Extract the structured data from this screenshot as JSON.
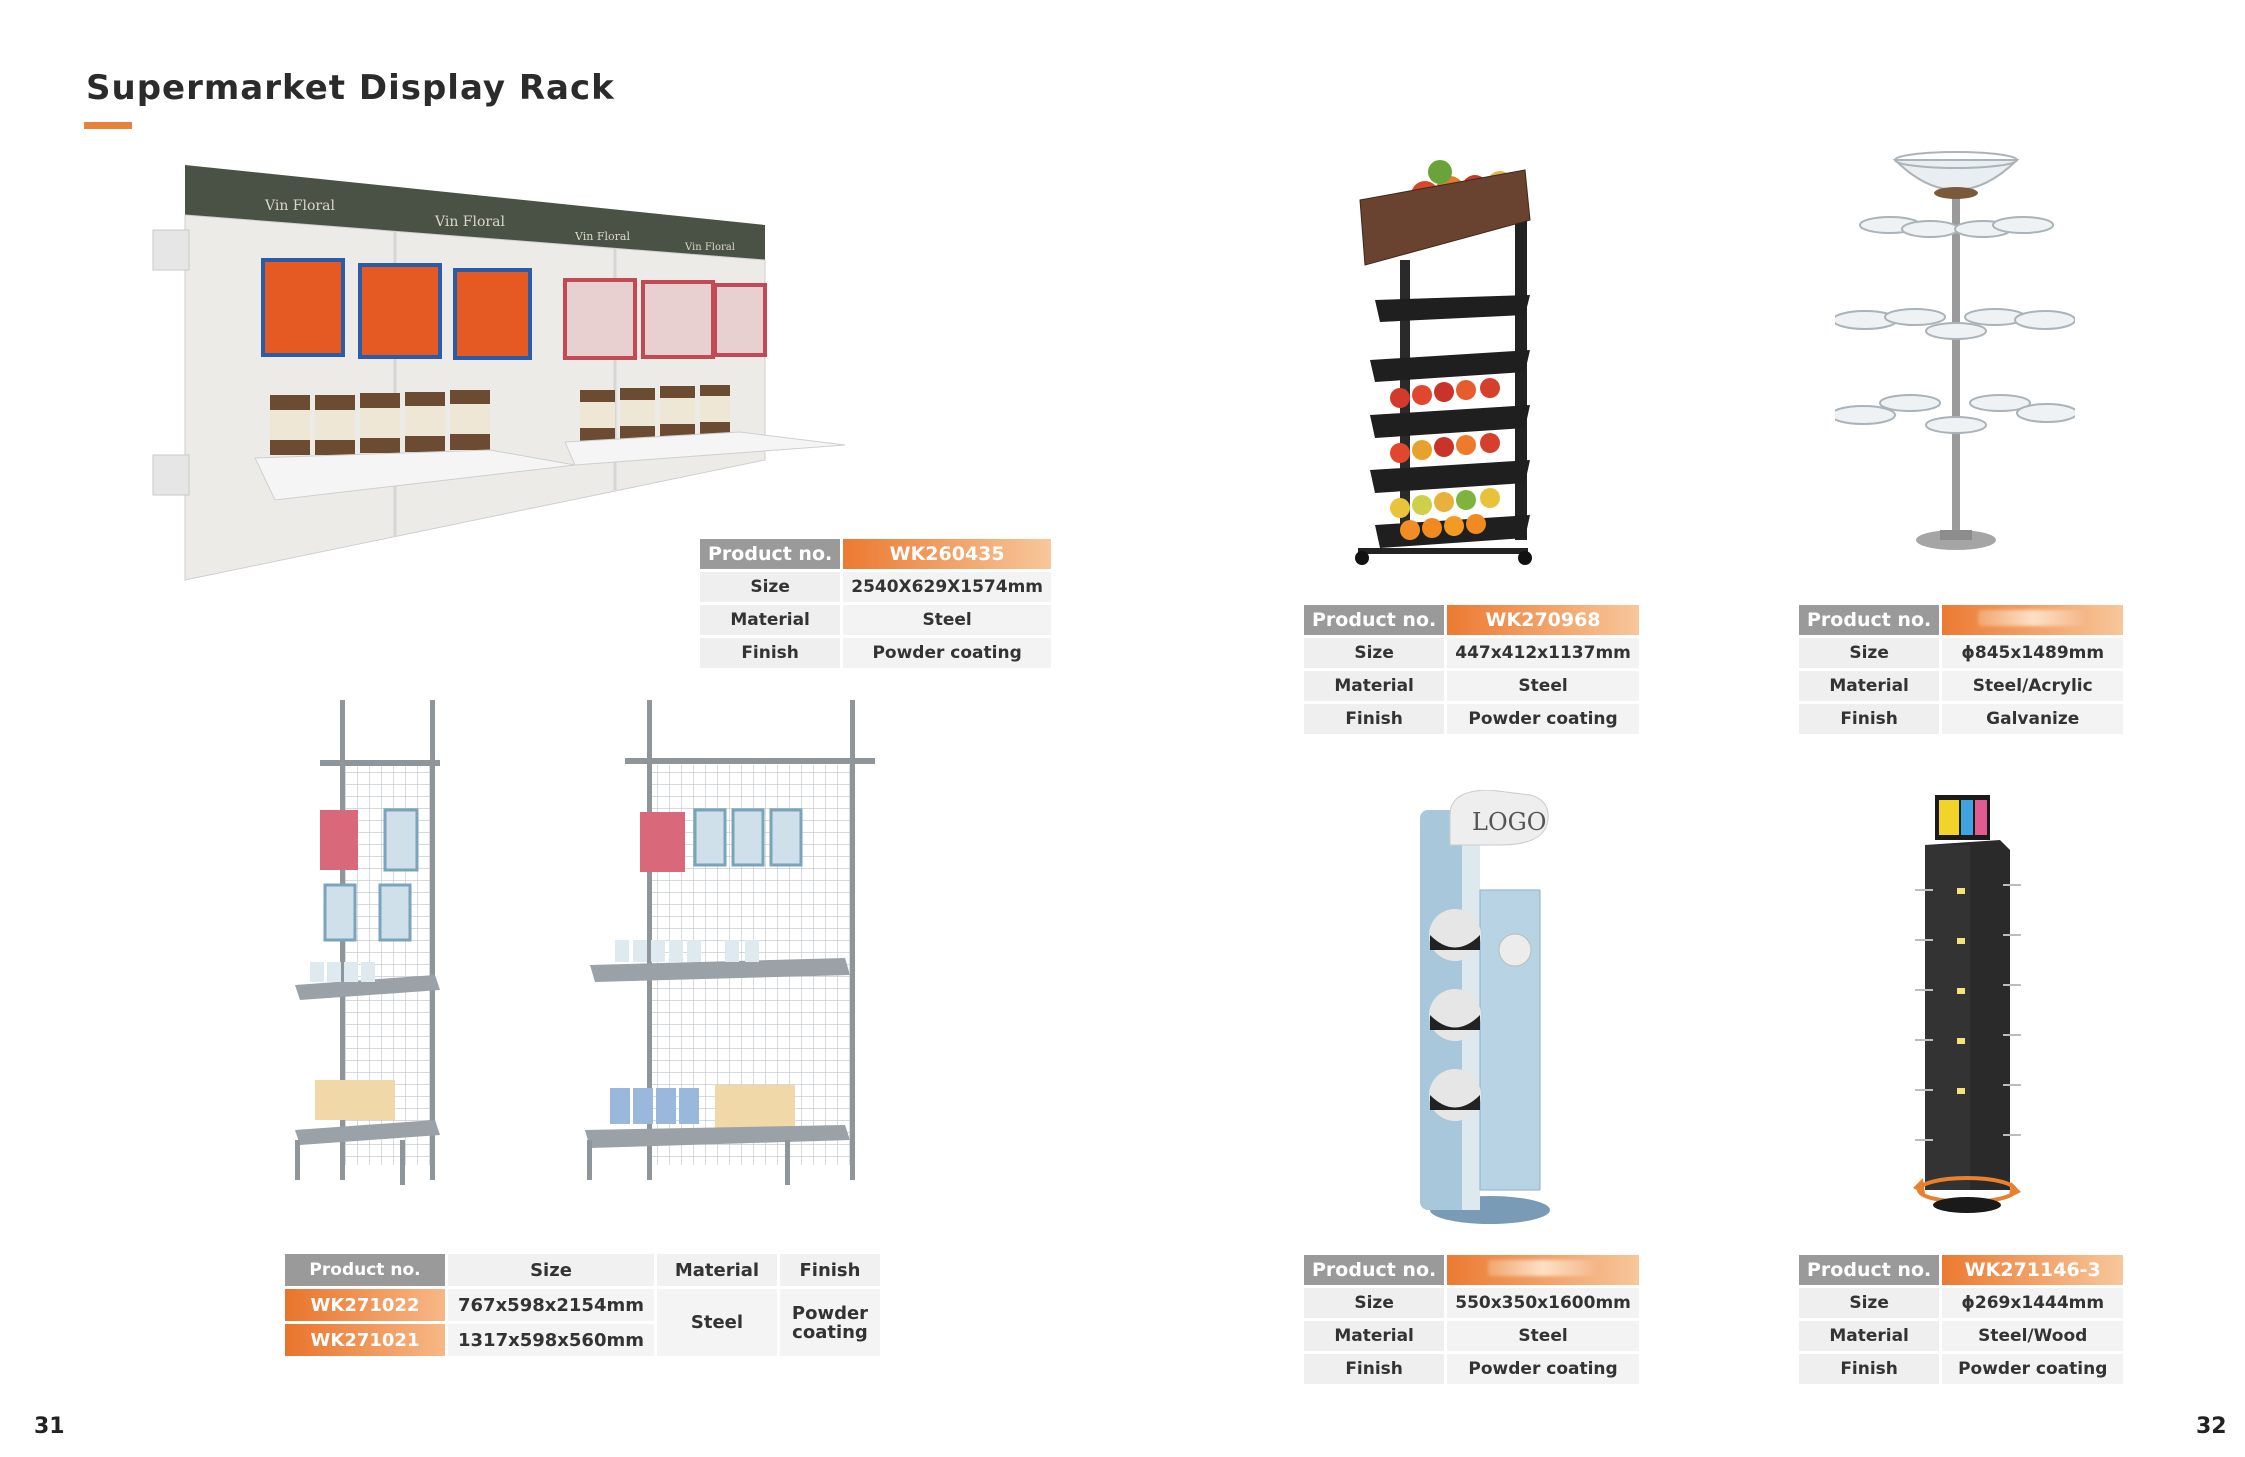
{
  "page": {
    "title": "Supermarket Display Rack",
    "left_page_number": "31",
    "right_page_number": "32",
    "accent_color": "#e8813a"
  },
  "products": {
    "wall_rack": {
      "image": "wall-mounted pegboard shelf rack with hanging snack packs and jars",
      "brand_text": [
        "Vin Floral",
        "Vin Floral",
        "Vin Floral",
        "Vin Floral"
      ],
      "labels": {
        "product_no": "Product no.",
        "size": "Size",
        "material": "Material",
        "finish": "Finish"
      },
      "product_no": "WK260435",
      "size": "2540X629X1574mm",
      "material": "Steel",
      "finish": "Powder coating"
    },
    "fruit_rack": {
      "image": "black metal fruit and vegetable basket rack with wooden top crate on wheels",
      "labels": {
        "product_no": "Product no.",
        "size": "Size",
        "material": "Material",
        "finish": "Finish"
      },
      "product_no": "WK270968",
      "size": "447x412x1137mm",
      "material": "Steel",
      "finish": "Powder coating"
    },
    "bowl_tree": {
      "image": "metal pole stand with tiers of clear acrylic bowls",
      "labels": {
        "product_no": "Product no.",
        "size": "Size",
        "material": "Material",
        "finish": "Finish"
      },
      "product_no": "",
      "size": "ϕ845x1489mm",
      "material": "Steel/Acrylic",
      "finish": "Galvanize"
    },
    "grid_racks": {
      "image": "two grid wire racks with hooks and shelves holding baby products",
      "headers": {
        "product_no": "Product no.",
        "size": "Size",
        "material": "Material",
        "finish": "Finish"
      },
      "rows": [
        {
          "product_no": "WK271022",
          "size": "767x598x2154mm"
        },
        {
          "product_no": "WK271021",
          "size": "1317x598x560mm"
        }
      ],
      "material": "Steel",
      "finish": "Powder coating"
    },
    "helmet_stand": {
      "image": "blue floor stand with LOGO header holding three helmets",
      "logo_text": "LOGO",
      "labels": {
        "product_no": "Product no.",
        "size": "Size",
        "material": "Material",
        "finish": "Finish"
      },
      "product_no": "",
      "size": "550x350x1600mm",
      "material": "Steel",
      "finish": "Powder coating"
    },
    "rotating_tower": {
      "image": "black rotating pegboard tower with hooks and a colorful top sign",
      "labels": {
        "product_no": "Product no.",
        "size": "Size",
        "material": "Material",
        "finish": "Finish"
      },
      "product_no": "WK271146-3",
      "size": "ϕ269x1444mm",
      "material": "Steel/Wood",
      "finish": "Powder coating"
    }
  }
}
